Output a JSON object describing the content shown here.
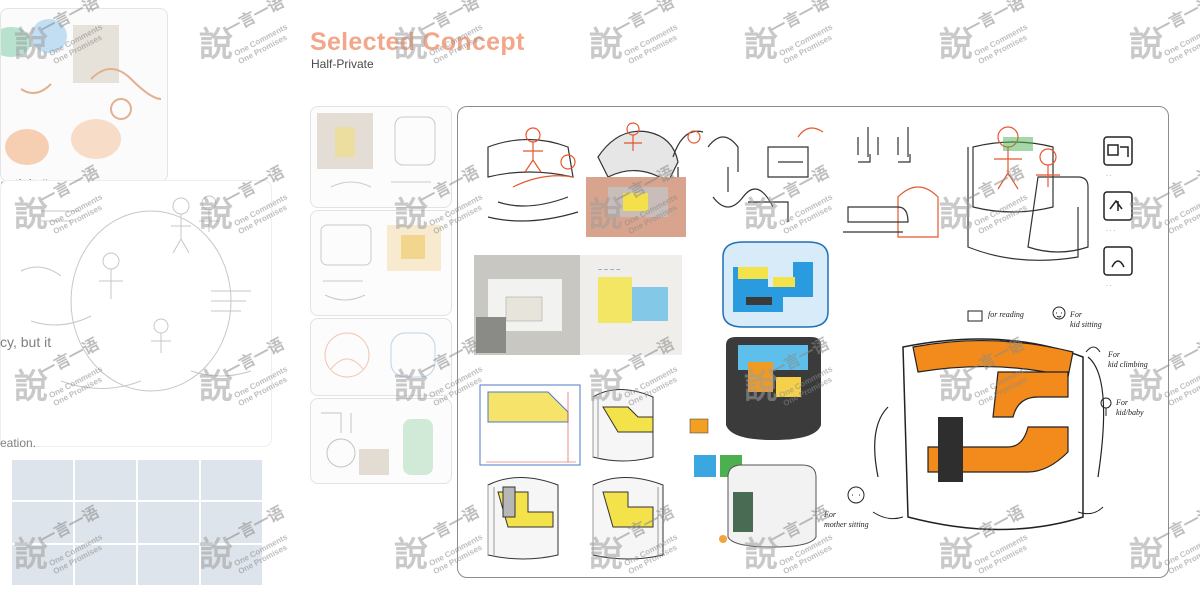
{
  "header": {
    "title": "Selected Concept",
    "subtitle": "Half-Private"
  },
  "left_fragments": {
    "line1": "activity\".",
    "line2": ",",
    "line3": "cy, but it",
    "line4": "eation."
  },
  "board": {
    "panels": [
      "ideation-sketches",
      "paper-model-photos",
      "3d-model-renders",
      "blue-model-render",
      "dark-model-render",
      "orange-final-sketch",
      "activity-icons"
    ],
    "accent_color": "#f28a1c",
    "highlight_color": "#f5e23c",
    "secondary_color": "#3aa7e0"
  },
  "watermark": {
    "glyph": "說",
    "cn_text": "一言一语",
    "en_line1": "One Comments",
    "en_line2": "One Promises"
  },
  "colors": {
    "title": "#f2a78a",
    "border": "#8c8c8c"
  }
}
